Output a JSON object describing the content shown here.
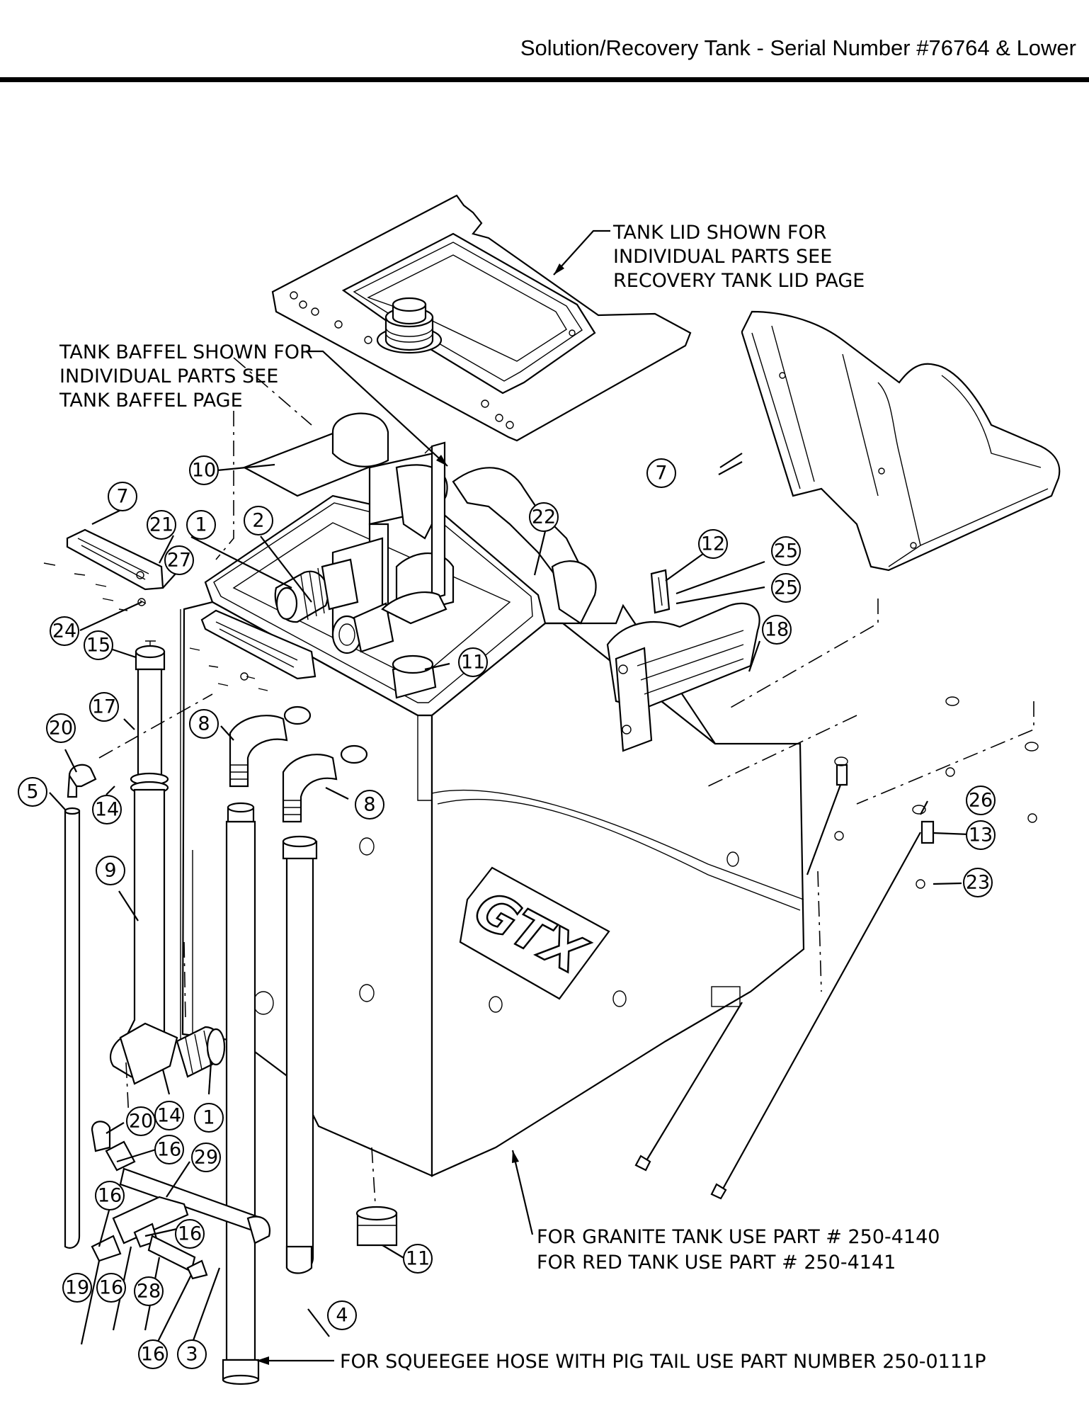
{
  "header": {
    "title": "Solution/Recovery Tank - Serial Number #76764 & Lower"
  },
  "notes": {
    "tank_lid": [
      "TANK LID SHOWN FOR",
      "INDIVIDUAL PARTS SEE",
      "RECOVERY TANK LID PAGE"
    ],
    "tank_baffel": [
      "TANK BAFFEL SHOWN FOR",
      "INDIVIDUAL PARTS SEE",
      "TANK BAFFEL PAGE"
    ],
    "tank_part_numbers": [
      "FOR GRANITE TANK USE PART # 250-4140",
      "FOR RED TANK USE PART # 250-4141"
    ],
    "squeegee_hose": "FOR SQUEEGEE HOSE WITH PIG TAIL USE PART NUMBER 250-0111P"
  },
  "logo": {
    "text": "GTX"
  },
  "callouts": [
    {
      "id": "c10",
      "label": "10"
    },
    {
      "id": "c7a",
      "label": "7"
    },
    {
      "id": "c7b",
      "label": "7"
    },
    {
      "id": "c21",
      "label": "21"
    },
    {
      "id": "c1a",
      "label": "1"
    },
    {
      "id": "c2",
      "label": "2"
    },
    {
      "id": "c22",
      "label": "22"
    },
    {
      "id": "c12",
      "label": "12"
    },
    {
      "id": "c25a",
      "label": "25"
    },
    {
      "id": "c25b",
      "label": "25"
    },
    {
      "id": "c27",
      "label": "27"
    },
    {
      "id": "c24",
      "label": "24"
    },
    {
      "id": "c15",
      "label": "15"
    },
    {
      "id": "c11a",
      "label": "11"
    },
    {
      "id": "c18",
      "label": "18"
    },
    {
      "id": "c17",
      "label": "17"
    },
    {
      "id": "c20a",
      "label": "20"
    },
    {
      "id": "c8a",
      "label": "8"
    },
    {
      "id": "c8b",
      "label": "8"
    },
    {
      "id": "c5",
      "label": "5"
    },
    {
      "id": "c14a",
      "label": "14"
    },
    {
      "id": "c26",
      "label": "26"
    },
    {
      "id": "c13",
      "label": "13"
    },
    {
      "id": "c9",
      "label": "9"
    },
    {
      "id": "c23",
      "label": "23"
    },
    {
      "id": "c14b",
      "label": "14"
    },
    {
      "id": "c1b",
      "label": "1"
    },
    {
      "id": "c20b",
      "label": "20"
    },
    {
      "id": "c16a",
      "label": "16"
    },
    {
      "id": "c29",
      "label": "29"
    },
    {
      "id": "c16b",
      "label": "16"
    },
    {
      "id": "c16c",
      "label": "16"
    },
    {
      "id": "c11b",
      "label": "11"
    },
    {
      "id": "c19",
      "label": "19"
    },
    {
      "id": "c16d",
      "label": "16"
    },
    {
      "id": "c28",
      "label": "28"
    },
    {
      "id": "c4",
      "label": "4"
    },
    {
      "id": "c16e",
      "label": "16"
    },
    {
      "id": "c3",
      "label": "3"
    }
  ]
}
